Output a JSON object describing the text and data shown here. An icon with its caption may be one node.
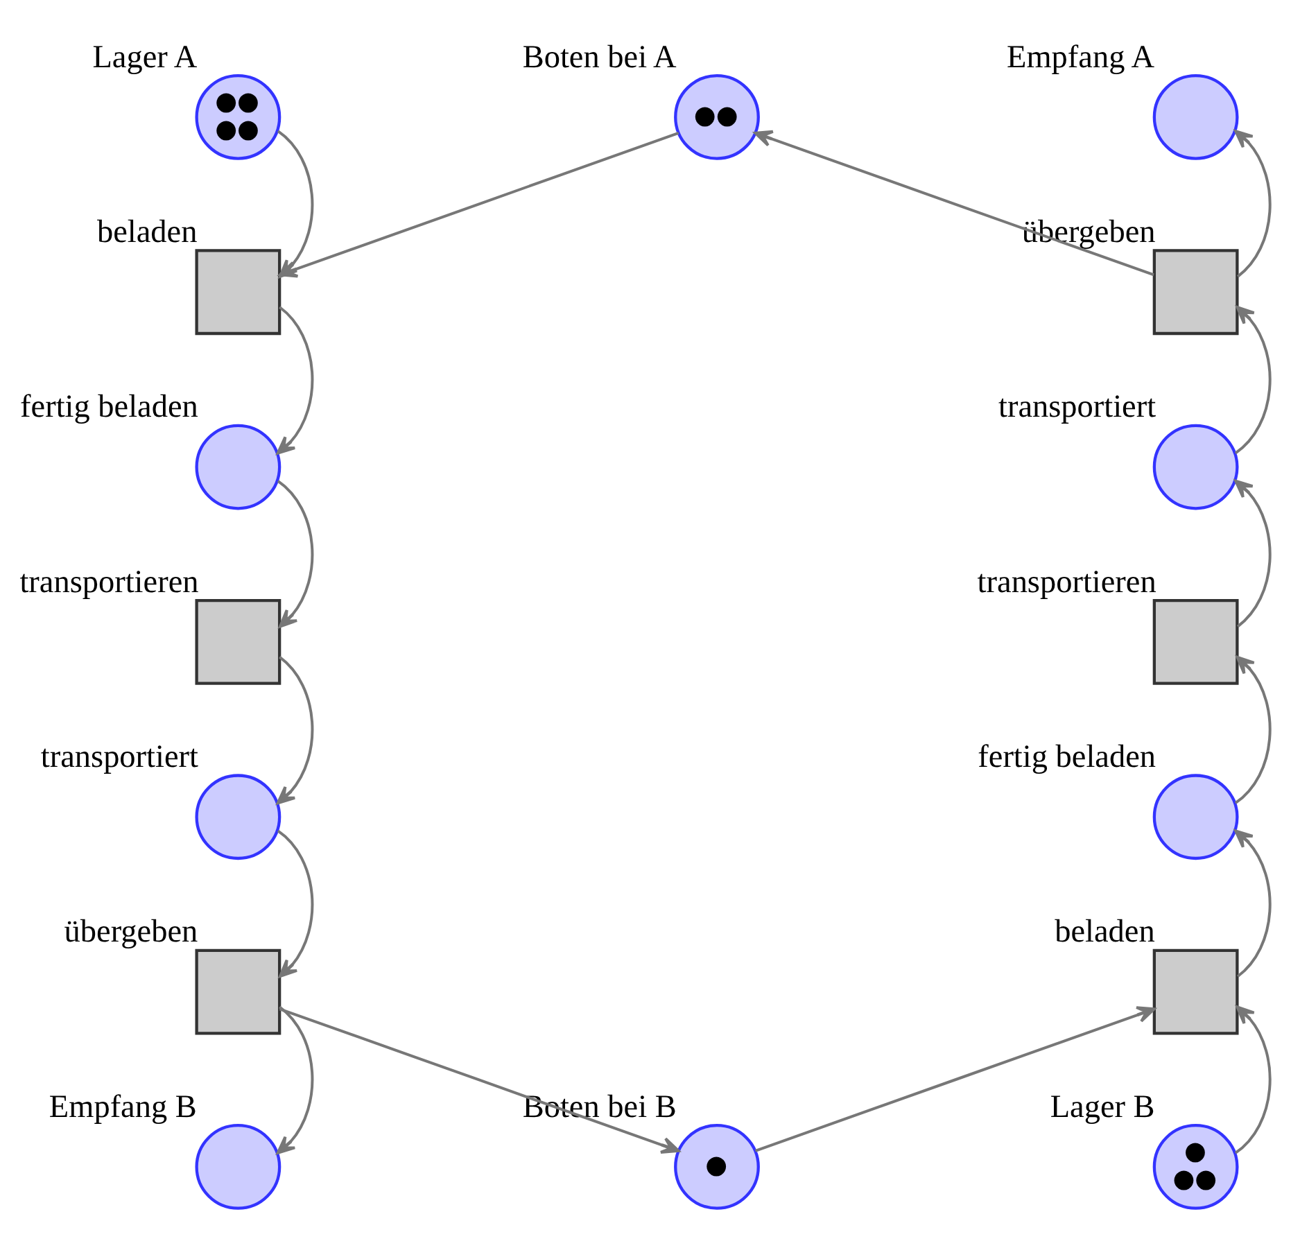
{
  "diagram": {
    "nodes": [
      {
        "text": [
          "●●",
          "●●"
        ],
        "beside": [
          "Lager A"
        ]
      },
      {
        "text": [
          "●●"
        ],
        "beside": [
          "Boten bei A"
        ]
      },
      {
        "text": [],
        "shape": "circle",
        "beside": [
          "Empfang A"
        ]
      },
      {
        "text": [],
        "shape": "box",
        "beside": [
          "beladen"
        ]
      },
      {
        "text": [],
        "shape": "box",
        "beside": [
          "übergeben"
        ]
      },
      {
        "text": [],
        "shape": "circle",
        "beside": [
          "fertig beladen"
        ]
      },
      {
        "text": [],
        "shape": "circle",
        "beside": [
          "transportiert"
        ]
      },
      {
        "text": [],
        "shape": "box",
        "beside": [
          "transportieren"
        ]
      },
      {
        "text": [],
        "shape": "box",
        "beside": [
          "transportieren"
        ]
      },
      {
        "text": [],
        "shape": "circle",
        "beside": [
          "transportiert"
        ]
      },
      {
        "text": [],
        "shape": "circle",
        "beside": [
          "fertig beladen"
        ]
      },
      {
        "text": [],
        "shape": "box",
        "beside": [
          "übergeben"
        ]
      },
      {
        "text": [],
        "shape": "box",
        "beside": [
          "beladen"
        ]
      },
      {
        "text": [],
        "shape": "circle",
        "beside": [
          "Empfang B"
        ]
      },
      {
        "text": [
          "●"
        ],
        "beside": [
          "Boten bei B"
        ]
      },
      {
        "text": [
          "●",
          "●●"
        ],
        "beside": [
          "Lager B"
        ]
      }
    ],
    "edges": [
      {
        "from": 0,
        "to": 3,
        "arrow": "to"
      },
      {
        "from": 1,
        "to": 3,
        "arrow": "to"
      },
      {
        "from": 3,
        "to": 5,
        "arrow": "to"
      },
      {
        "from": 5,
        "to": 7,
        "arrow": "to"
      },
      {
        "from": 7,
        "to": 9,
        "arrow": "to"
      },
      {
        "from": 9,
        "to": 11,
        "arrow": "to"
      },
      {
        "from": 11,
        "to": 13,
        "arrow": "to"
      },
      {
        "from": 11,
        "to": 14,
        "arrow": "to"
      },
      {
        "from": 14,
        "to": 12,
        "arrow": "to"
      },
      {
        "from": 15,
        "to": 12,
        "arrow": "to"
      },
      {
        "from": 12,
        "to": 10,
        "arrow": "to"
      },
      {
        "from": 10,
        "to": 8,
        "arrow": "to"
      },
      {
        "from": 8,
        "to": 6,
        "arrow": "to"
      },
      {
        "from": 6,
        "to": 4,
        "arrow": "to"
      },
      {
        "from": 4,
        "to": 2,
        "arrow": "to"
      },
      {
        "from": 4,
        "to": 1,
        "arrow": "to"
      }
    ]
  }
}
